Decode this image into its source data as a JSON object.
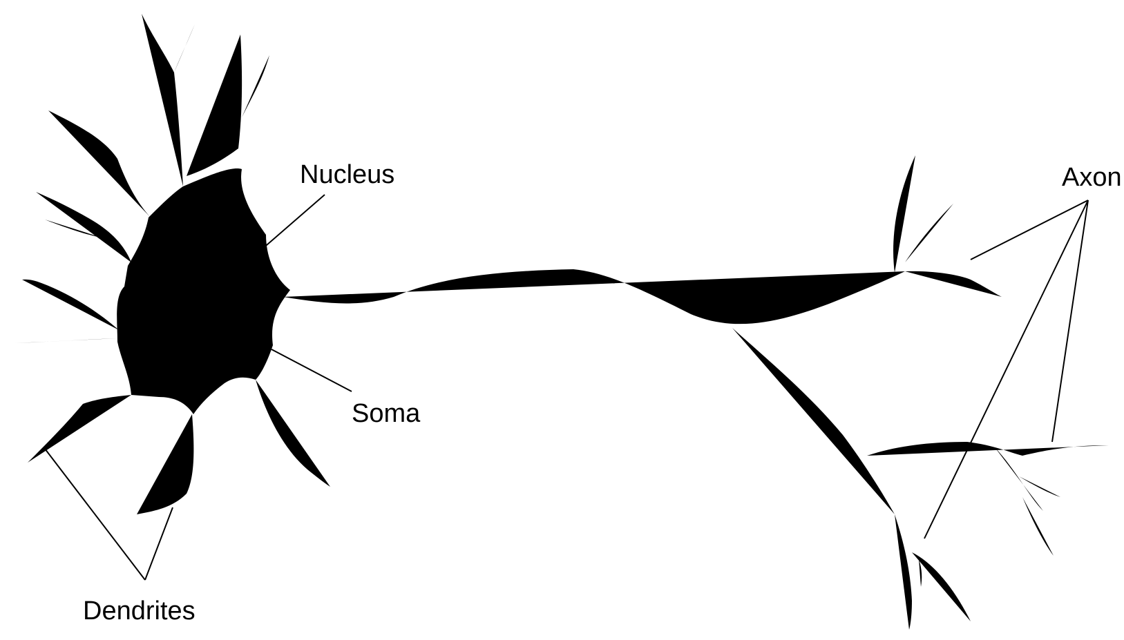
{
  "labels": {
    "nucleus": "Nucleus",
    "soma": "Soma",
    "dendrites": "Dendrites",
    "axon": "Axon"
  },
  "colors": {
    "ink": "#000000",
    "background": "#ffffff"
  }
}
